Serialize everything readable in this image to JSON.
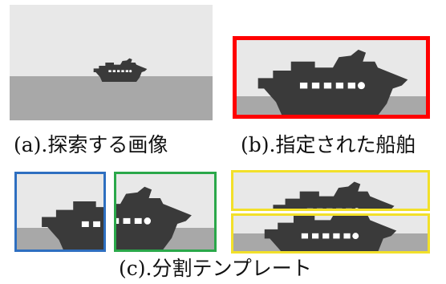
{
  "captions": {
    "a": "(a).探索する画像",
    "b": "(b).指定された船舶",
    "c": "(c).分割テンプレート"
  },
  "colors": {
    "sky": "#e8e8e8",
    "water": "#a8a8a8",
    "ship": "#3a3a3a",
    "window": "#ffffff",
    "highlight_red": "#ff0000",
    "split_blue": "#2e6fc0",
    "split_green": "#2aa84a",
    "split_yellow": "#f2e02a"
  }
}
